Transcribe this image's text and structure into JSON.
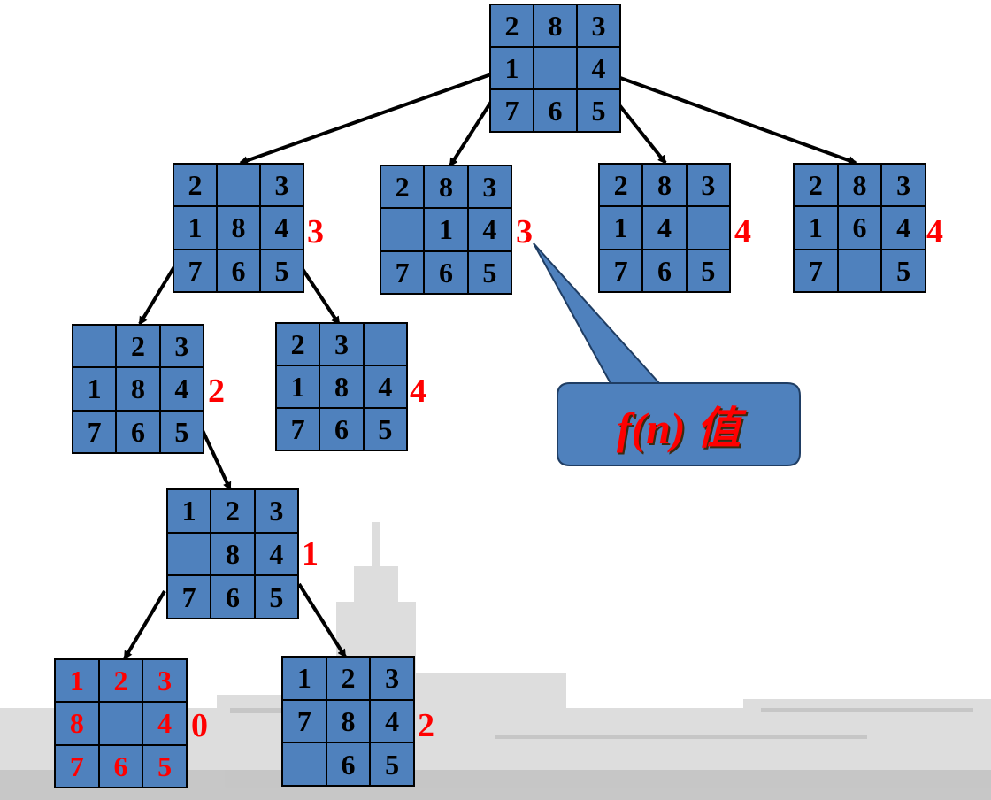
{
  "boards": [
    {
      "id": "root",
      "cells": [
        "2",
        "8",
        "3",
        "1",
        "",
        "4",
        "7",
        "6",
        "5"
      ],
      "f": ""
    },
    {
      "id": "l1a",
      "cells": [
        "2",
        "",
        "3",
        "1",
        "8",
        "4",
        "7",
        "6",
        "5"
      ],
      "f": "3"
    },
    {
      "id": "l1b",
      "cells": [
        "2",
        "8",
        "3",
        "",
        "1",
        "4",
        "7",
        "6",
        "5"
      ],
      "f": "3"
    },
    {
      "id": "l1c",
      "cells": [
        "2",
        "8",
        "3",
        "1",
        "4",
        "",
        "7",
        "6",
        "5"
      ],
      "f": "4"
    },
    {
      "id": "l1d",
      "cells": [
        "2",
        "8",
        "3",
        "1",
        "6",
        "4",
        "7",
        "",
        "5"
      ],
      "f": "4"
    },
    {
      "id": "l2a",
      "cells": [
        "",
        "2",
        "3",
        "1",
        "8",
        "4",
        "7",
        "6",
        "5"
      ],
      "f": "2"
    },
    {
      "id": "l2b",
      "cells": [
        "2",
        "3",
        "",
        "1",
        "8",
        "4",
        "7",
        "6",
        "5"
      ],
      "f": "4"
    },
    {
      "id": "l3",
      "cells": [
        "1",
        "2",
        "3",
        "",
        "8",
        "4",
        "7",
        "6",
        "5"
      ],
      "f": "1"
    },
    {
      "id": "goal",
      "cells": [
        "1",
        "2",
        "3",
        "8",
        "",
        "4",
        "7",
        "6",
        "5"
      ],
      "f": "0",
      "red": true
    },
    {
      "id": "l4b",
      "cells": [
        "1",
        "2",
        "3",
        "7",
        "8",
        "4",
        "",
        "6",
        "5"
      ],
      "f": "2"
    }
  ],
  "callout": {
    "label": "f(n) 值"
  },
  "colors": {
    "tile": "#4f81bd",
    "f_value": "#ff0000",
    "callout_fill": "#4f81bd"
  }
}
